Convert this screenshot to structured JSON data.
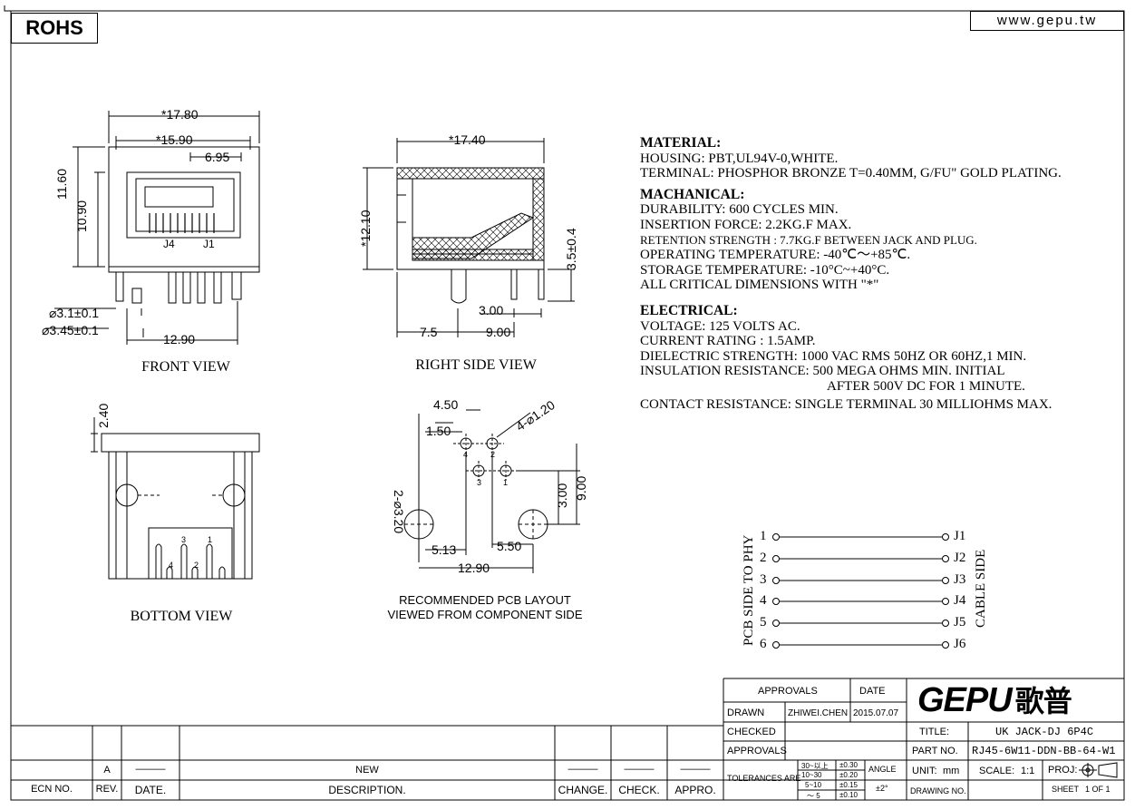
{
  "header": {
    "rohs": "ROHS",
    "website": "www.gepu.tw"
  },
  "views": {
    "front": "FRONT VIEW",
    "right_side": "RIGHT SIDE VIEW",
    "bottom": "BOTTOM VIEW",
    "pcb_layout_line1": "RECOMMENDED PCB LAYOUT",
    "pcb_layout_line2": "VIEWED FROM COMPONENT SIDE"
  },
  "dimensions": {
    "front": {
      "width_overall": "*17.80",
      "width_inner": "*15.90",
      "offset": "6.95",
      "height_overall": "11.60",
      "height_inner": "10.90",
      "post_small": "⌀3.1±0.1",
      "post_large": "⌀3.45±0.1",
      "post_pitch": "12.90",
      "label_j4": "J4",
      "label_j1": "J1"
    },
    "side": {
      "depth": "*17.40",
      "height": "*12.10",
      "pin_length": "3.5±0.4",
      "pin_pitch": "3.00",
      "offset_a": "7.5",
      "offset_b": "9.00"
    },
    "bottom": {
      "flange": "2.40",
      "pin3": "3",
      "pin1": "1",
      "pin4": "4",
      "pin2": "2"
    },
    "pcb": {
      "top_offset": "4.50",
      "hole_pitch": "1.50",
      "small_holes": "4-⌀1.20",
      "large_holes": "2-⌀3.20",
      "row_gap": "3.00",
      "row_total": "9.00",
      "left_offset": "5.13",
      "right_offset": "5.50",
      "post_pitch": "12.90",
      "hole_labels": [
        "4",
        "2",
        "3",
        "1"
      ]
    }
  },
  "specs": {
    "material_title": "MATERIAL:",
    "material": [
      "HOUSING: PBT,UL94V-0,WHITE.",
      "TERMINAL: PHOSPHOR BRONZE T=0.40MM, G/FU\" GOLD PLATING."
    ],
    "mechanical_title": "MACHANICAL:",
    "mechanical": [
      "DURABILITY: 600 CYCLES MIN.",
      "INSERTION FORCE: 2.2KG.F MAX.",
      "RETENTION STRENGTH : 7.7KG.F BETWEEN JACK AND PLUG.",
      "OPERATING TEMPERATURE: -40℃～+85℃.",
      "STORAGE TEMPERATURE: -10°C~+40°C.",
      "ALL CRITICAL DIMENSIONS WITH \"*\""
    ],
    "electrical_title": "ELECTRICAL:",
    "electrical": [
      "VOLTAGE: 125 VOLTS AC.",
      "CURRENT RATING : 1.5AMP.",
      "DIELECTRIC STRENGTH: 1000 VAC RMS 50HZ OR 60HZ,1 MIN.",
      "INSULATION RESISTANCE: 500 MEGA OHMS MIN. INITIAL",
      "AFTER  500V DC FOR 1 MINUTE.",
      "CONTACT RESISTANCE: SINGLE TERMINAL 30 MILLIOHMS MAX."
    ]
  },
  "wiring": {
    "left_label": "PCB SIDE TO PHY",
    "right_label": "CABLE SIDE",
    "pins": [
      "1",
      "2",
      "3",
      "4",
      "5",
      "6"
    ],
    "jacks": [
      "J1",
      "J2",
      "J3",
      "J4",
      "J5",
      "J6"
    ]
  },
  "title_block": {
    "approvals": "APPROVALS",
    "date": "DATE",
    "drawn": "DRAWN",
    "drawn_by": "ZHIWEI.CHEN",
    "drawn_date": "2015.07.07",
    "checked": "CHECKED",
    "approvals_row": "APPROVALS",
    "tolerances": "TOLERANCES  ARE",
    "tol_ranges": [
      "30~以上",
      "10~30",
      "5~10",
      "～ 5"
    ],
    "tol_values": [
      "±0.30",
      "±0.20",
      "±0.15",
      "±0.10"
    ],
    "angle": "ANGLE",
    "angle_value": "±2°",
    "logo_text": "GEPU",
    "logo_cn": "歌普",
    "title_label": "TITLE:",
    "title_value": "UK JACK-DJ 6P4C",
    "part_label": "PART NO.",
    "part_value": "RJ45-6W11-DDN-BB-64-W1",
    "unit_label": "UNIT:",
    "unit_value": "mm",
    "scale_label": "SCALE:",
    "scale_value": "1:1",
    "proj_label": "PROJ:",
    "drawing_no": "DRAWING NO.",
    "sheet_label": "SHEET",
    "sheet_value": "1  OF  1"
  },
  "revision_block": {
    "rev_value": "A",
    "dash": "———",
    "desc_value": "NEW",
    "headers": [
      "ECN NO.",
      "REV.",
      "DATE.",
      "DESCRIPTION.",
      "CHANGE.",
      "CHECK.",
      "APPRO."
    ]
  }
}
